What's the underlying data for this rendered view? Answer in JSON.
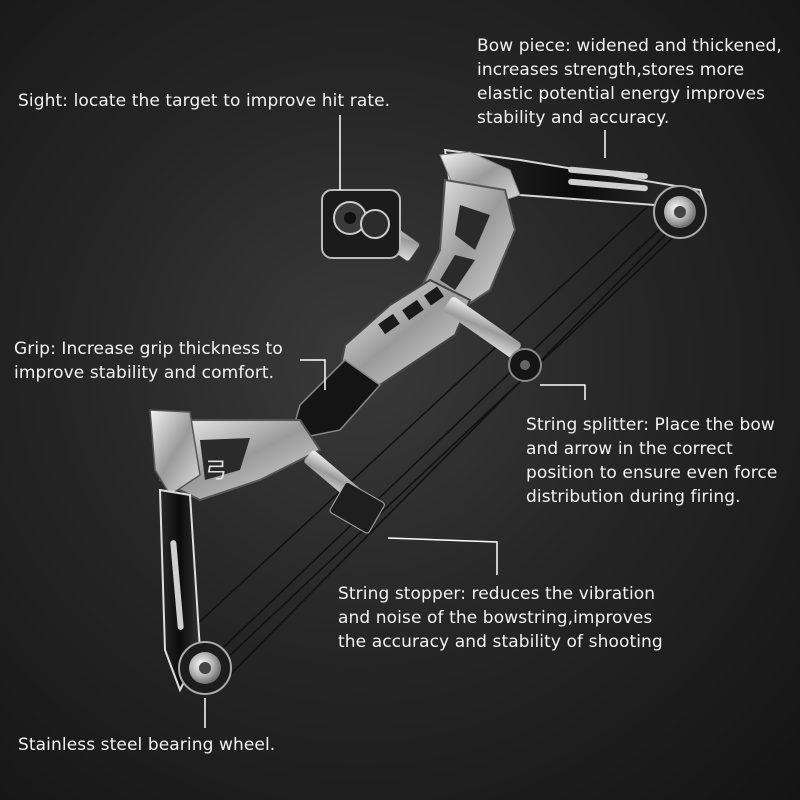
{
  "callouts": {
    "bow_piece": {
      "lines": [
        "Bow piece: widened and thickened,",
        "increases strength,stores more",
        "elastic potential energy improves",
        "stability and accuracy."
      ]
    },
    "sight": {
      "lines": [
        "Sight: locate the target to improve hit rate."
      ]
    },
    "grip": {
      "lines": [
        "Grip: Increase grip thickness to",
        "improve stability and comfort."
      ]
    },
    "string_splitter": {
      "lines": [
        "String splitter: Place the bow",
        "and arrow in the correct",
        "position to ensure even force",
        "distribution during firing."
      ]
    },
    "string_stopper": {
      "lines": [
        "String stopper: reduces the vibration",
        "and noise of the bowstring,improves",
        "the accuracy and stability of shooting"
      ]
    },
    "bearing_wheel": {
      "lines": [
        "Stainless steel bearing wheel."
      ]
    }
  },
  "riser_mark": "弓",
  "colors": {
    "background": "#262626",
    "text": "#f2f2f2",
    "metal_light": "#e6e6e6",
    "metal_dark": "#1a1a1a",
    "leader_line": "#ffffff"
  }
}
